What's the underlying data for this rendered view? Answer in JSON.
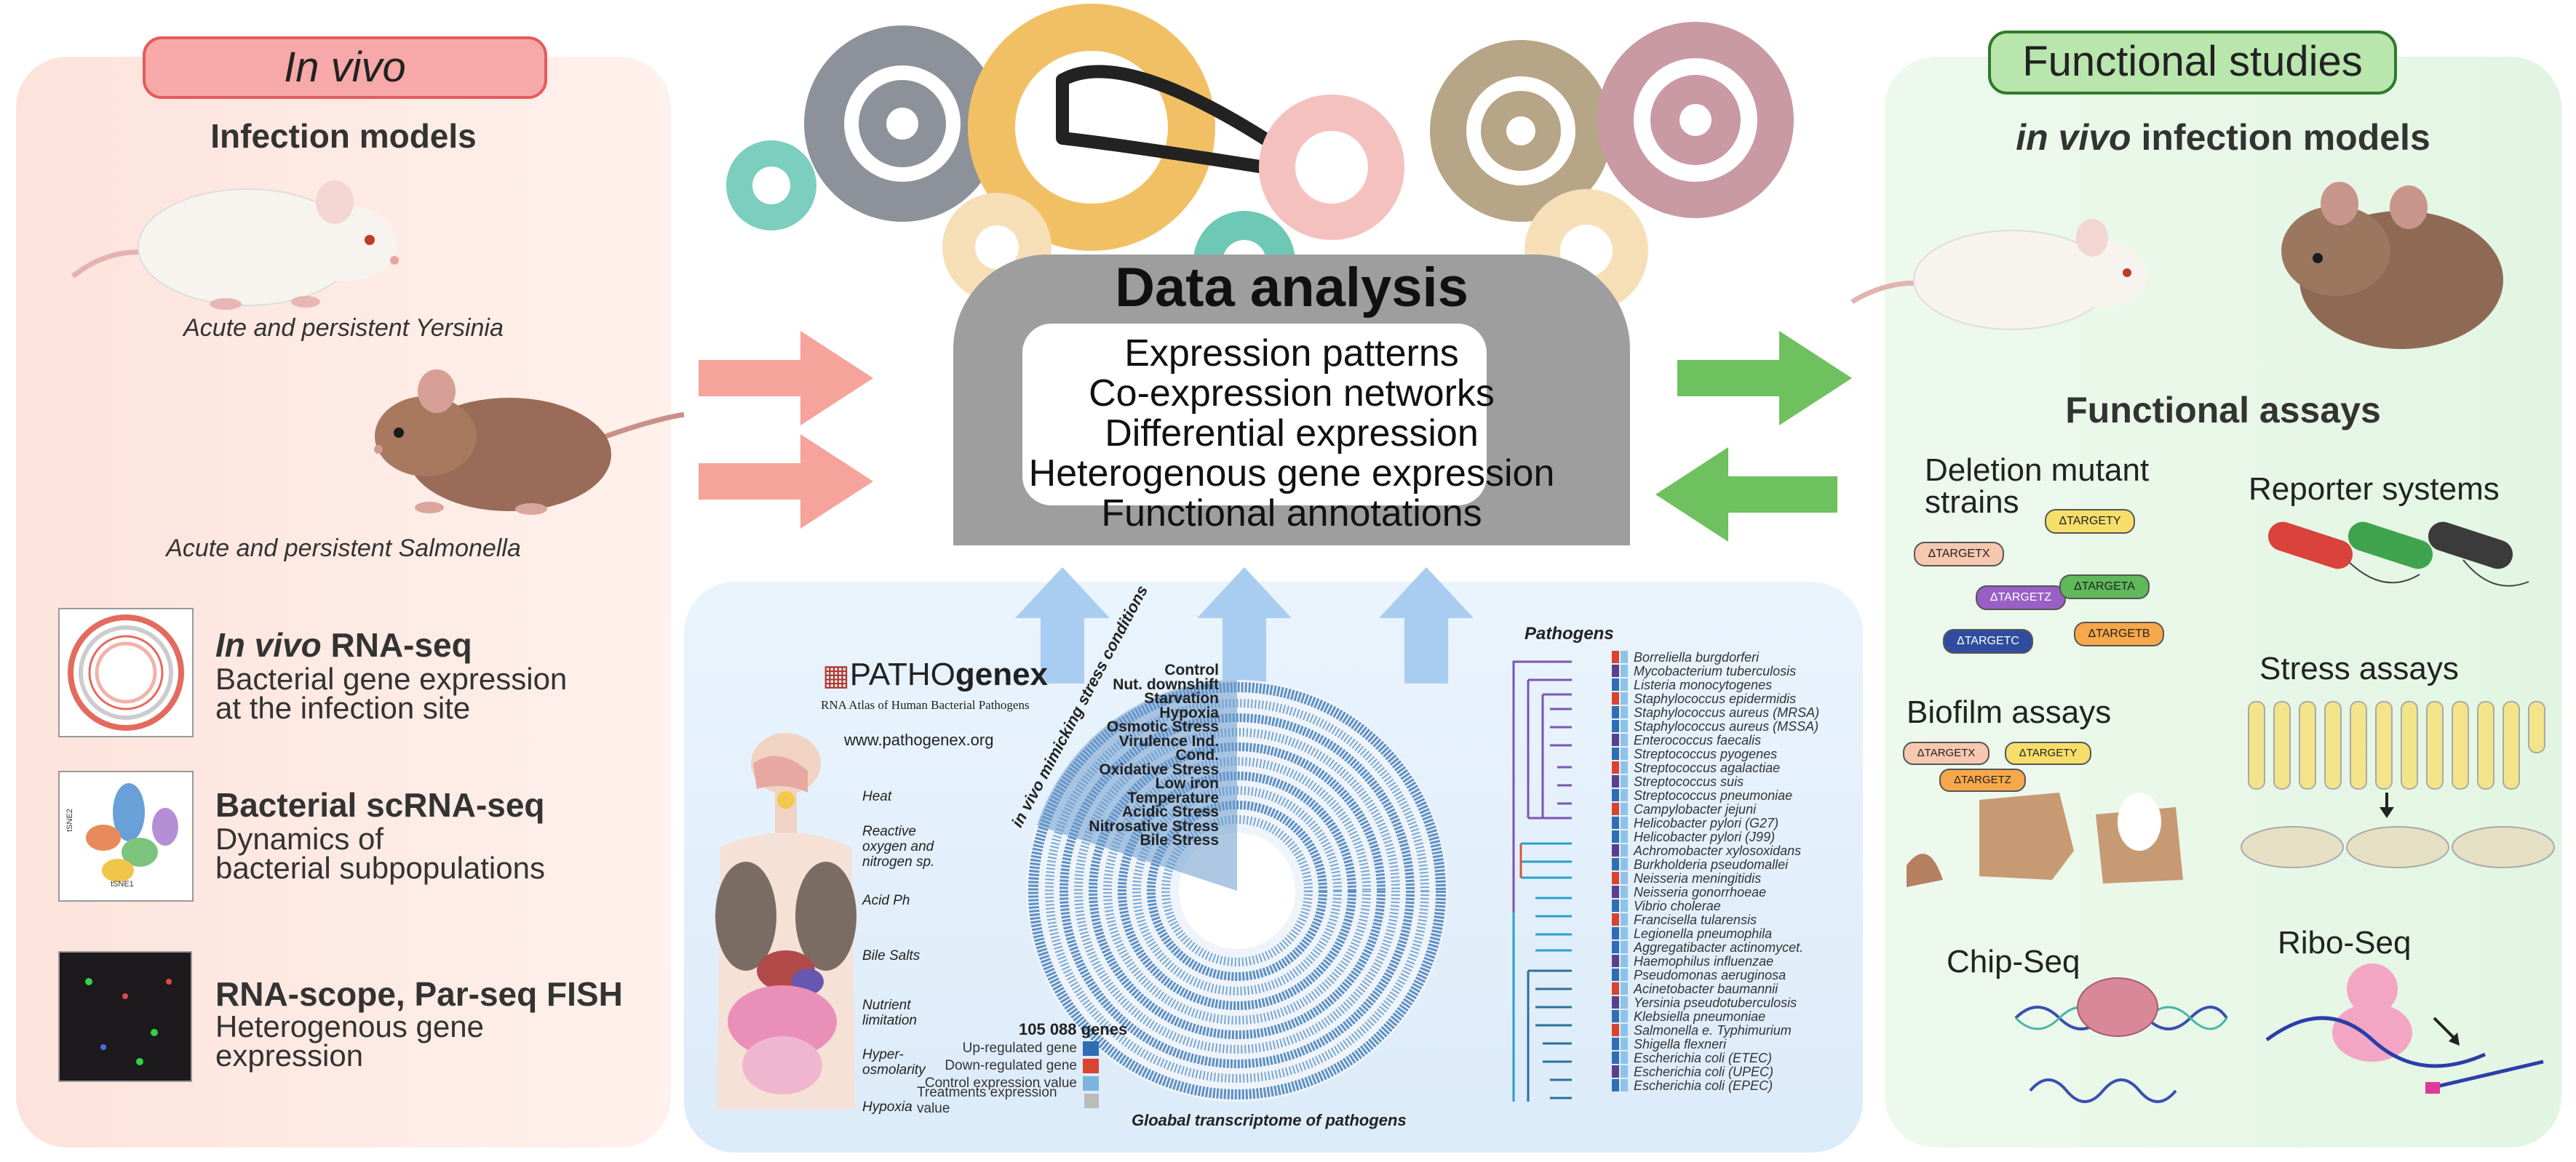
{
  "left": {
    "header": "In vivo",
    "infection_title": "Infection models",
    "caption_yersinia": "Acute and persistent Yersinia",
    "caption_salmonella": "Acute and persistent Salmonella",
    "entries": [
      {
        "title_italic": "In vivo",
        "title_rest": " RNA-seq",
        "desc1": "Bacterial gene expression",
        "desc2": "at the infection site"
      },
      {
        "title_italic": "",
        "title_rest": "Bacterial scRNA-seq",
        "desc1": "Dynamics of",
        "desc2": "bacterial subpopulations"
      },
      {
        "title_italic": "",
        "title_rest": "RNA-scope, Par-seq FISH",
        "desc1": "Heterogenous gene",
        "desc2": "expression"
      }
    ],
    "tsne_axis_x": "tSNE1",
    "tsne_axis_y": "tSNE2"
  },
  "center": {
    "title": "Data analysis",
    "items": [
      "Expression patterns",
      "Co-expression networks",
      "Differential expression",
      "Heterogenous gene expression",
      "Functional annotations"
    ],
    "logo_prefix": "PATHO",
    "logo_suffix": "genex",
    "logo_sub": "RNA Atlas of Human Bacterial Pathogens",
    "url": "www.pathogenex.org",
    "stress_label": "in vivo mimicking stress conditions",
    "conditions": [
      "Control",
      "Nut. downshift",
      "Starvation",
      "Hypoxia",
      "Osmotic Stress",
      "Virulence Ind. Cond.",
      "Oxidative Stress",
      "Low iron",
      "Temperature",
      "Acidic Stress",
      "Nitrosative Stress",
      "Bile Stress"
    ],
    "body_labels": [
      "Heat",
      "Reactive oxygen and nitrogen sp.",
      "Acid Ph",
      "Bile Salts",
      "Nutrient limitation",
      "Hyper-osmolarity",
      "Hypoxia"
    ],
    "genes_count": "105 088 genes",
    "legend": [
      {
        "label": "Up-regulated gene",
        "color": "#2f6db5"
      },
      {
        "label": "Down-regulated gene",
        "color": "#d9432f"
      },
      {
        "label": "Control expression value",
        "color": "#7fb3dd"
      },
      {
        "label": "Treatments expression value",
        "color": "#bbbbbb"
      }
    ],
    "global_label": "Gloabal transcriptome of pathogens",
    "pathogens_title": "Pathogens",
    "pathogens": [
      "Borreliella burgdorferi",
      "Mycobacterium tuberculosis",
      "Listeria monocytogenes",
      "Staphylococcus epidermidis",
      "Staphylococcus aureus (MRSA)",
      "Staphylococcus aureus (MSSA)",
      "Enterococcus faecalis",
      "Streptococcus pyogenes",
      "Streptococcus agalactiae",
      "Streptococcus suis",
      "Streptococcus pneumoniae",
      "Campylobacter jejuni",
      "Helicobacter pylori (G27)",
      "Helicobacter pylori (J99)",
      "Achromobacter xylosoxidans",
      "Burkholderia pseudomallei",
      "Neisseria meningitidis",
      "Neisseria gonorrhoeae",
      "Vibrio cholerae",
      "Francisella tularensis",
      "Legionella pneumophila",
      "Aggregatibacter actinomycet.",
      "Haemophilus influenzae",
      "Pseudomonas aeruginosa",
      "Acinetobacter baumannii",
      "Yersinia pseudotuberculosis",
      "Klebsiella pneumoniae",
      "Salmonella e. Typhimurium",
      "Shigella flexneri",
      "Escherichia coli (ETEC)",
      "Escherichia coli (UPEC)",
      "Escherichia coli (EPEC)"
    ]
  },
  "right": {
    "header": "Functional studies",
    "invivo_title_italic": "in vivo",
    "invivo_title_rest": " infection models",
    "assays_title": "Functional assays",
    "deletion1": "Deletion mutant",
    "deletion2": "strains",
    "reporter": "Reporter systems",
    "stress": "Stress assays",
    "biofilm": "Biofilm assays",
    "chip": "Chip-Seq",
    "ribo": "Ribo-Seq",
    "targets": [
      "ΔTARGETX",
      "ΔTARGETY",
      "ΔTARGETZ",
      "ΔTARGETA",
      "ΔTARGETC",
      "ΔTARGETB"
    ],
    "biofilm_targets": [
      "ΔTARGETX",
      "ΔTARGETY",
      "ΔTARGETZ"
    ]
  },
  "colors": {
    "left_panel": "#fde3dc",
    "right_panel": "#e2f5e2",
    "center_panel": "#e2eefb",
    "left_arrow": "#f6a39b",
    "right_arrow": "#6fc15f",
    "up_arrow": "#a9cdf0"
  }
}
